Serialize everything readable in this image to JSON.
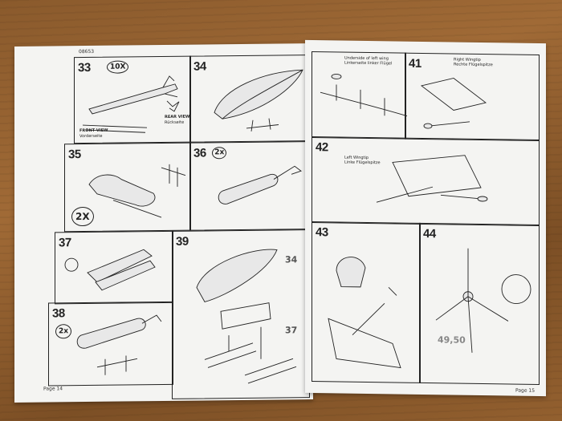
{
  "left_page": {
    "header_code": "08653",
    "steps": [
      {
        "number": "33",
        "multiplier": "10X",
        "captions": [
          "FRONT VIEW",
          "Vorderseite",
          "REAR VIEW",
          "Rückseite"
        ]
      },
      {
        "number": "34",
        "multiplier": ""
      },
      {
        "number": "35",
        "multiplier": "2X"
      },
      {
        "number": "36",
        "multiplier": "2x"
      },
      {
        "number": "37",
        "multiplier": ""
      },
      {
        "number": "38",
        "multiplier": "2x"
      },
      {
        "number": "39",
        "multiplier": ""
      }
    ],
    "labels": {
      "ref_34": "34",
      "ref_37": "37"
    },
    "page_label": "Page 14"
  },
  "right_page": {
    "captions": {
      "underside": "Underside of left wing",
      "underside_de": "Linkerseite linker Flügel",
      "right_wingtip": "Right Wingtip",
      "right_wingtip_de": "Rechte Flügelspitze",
      "left_wingtip": "Left Wingtip",
      "left_wingtip_de": "Linke Flügelspitze"
    },
    "steps": [
      {
        "number": "41"
      },
      {
        "number": "42"
      },
      {
        "number": "43"
      },
      {
        "number": "44"
      }
    ],
    "part_ref": "49,50",
    "page_label": "Page 15"
  }
}
